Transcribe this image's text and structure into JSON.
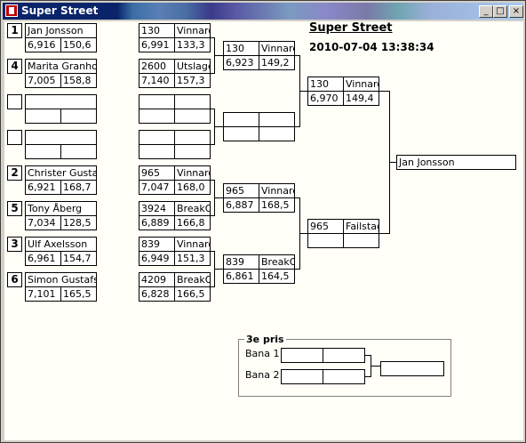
{
  "window": {
    "title": "Super Street",
    "buttons": {
      "minimize": "_",
      "maximize": "□",
      "close": "×"
    }
  },
  "header": {
    "event": "Super Street",
    "datetime": "2010-07-04 13:38:34"
  },
  "round1": [
    {
      "seed": "1",
      "name": "Jan Jonsson",
      "rt": "6,916",
      "speed": "150,6"
    },
    {
      "seed": "4",
      "name": "Marita Granholm",
      "rt": "7,005",
      "speed": "158,8"
    },
    {
      "seed": "",
      "name": "",
      "rt": "",
      "speed": ""
    },
    {
      "seed": "",
      "name": "",
      "rt": "",
      "speed": ""
    },
    {
      "seed": "2",
      "name": "Christer Gustafsson",
      "rt": "6,921",
      "speed": "168,7"
    },
    {
      "seed": "5",
      "name": "Tony Åberg",
      "rt": "7,034",
      "speed": "128,5"
    },
    {
      "seed": "3",
      "name": "Ulf Axelsson",
      "rt": "6,961",
      "speed": "154,7"
    },
    {
      "seed": "6",
      "name": "Simon Gustafsson",
      "rt": "7,101",
      "speed": "165,5"
    }
  ],
  "round2": [
    {
      "num": "130",
      "result": "Vinnare",
      "et": "6,991",
      "speed": "133,3"
    },
    {
      "num": "2600",
      "result": "Utslagen",
      "et": "7,140",
      "speed": "157,3"
    },
    {
      "num": "",
      "result": "",
      "et": "",
      "speed": ""
    },
    {
      "num": "",
      "result": "",
      "et": "",
      "speed": ""
    },
    {
      "num": "965",
      "result": "Vinnare",
      "et": "7,047",
      "speed": "168,0"
    },
    {
      "num": "3924",
      "result": "BreakOut",
      "et": "6,889",
      "speed": "166,8"
    },
    {
      "num": "839",
      "result": "Vinnare",
      "et": "6,949",
      "speed": "151,3"
    },
    {
      "num": "4209",
      "result": "BreakOut",
      "et": "6,828",
      "speed": "166,5"
    }
  ],
  "round3": [
    {
      "num": "130",
      "result": "Vinnare",
      "et": "6,923",
      "speed": "149,2"
    },
    {
      "num": "",
      "result": "",
      "et": "",
      "speed": ""
    },
    {
      "num": "965",
      "result": "Vinnare",
      "et": "6,887",
      "speed": "168,5"
    },
    {
      "num": "839",
      "result": "BreakOut",
      "et": "6,861",
      "speed": "164,5"
    }
  ],
  "round4": [
    {
      "num": "130",
      "result": "Vinnare",
      "et": "6,970",
      "speed": "149,4"
    },
    {
      "num": "965",
      "result": "Failstage",
      "et": "",
      "speed": ""
    }
  ],
  "winner": {
    "name": "Jan Jonsson"
  },
  "third_place": {
    "label": "3e pris",
    "lane1": "Bana 1",
    "lane2": "Bana 2",
    "slots": [
      {
        "a": "",
        "b": ""
      },
      {
        "a": "",
        "b": ""
      }
    ],
    "winner": ""
  }
}
